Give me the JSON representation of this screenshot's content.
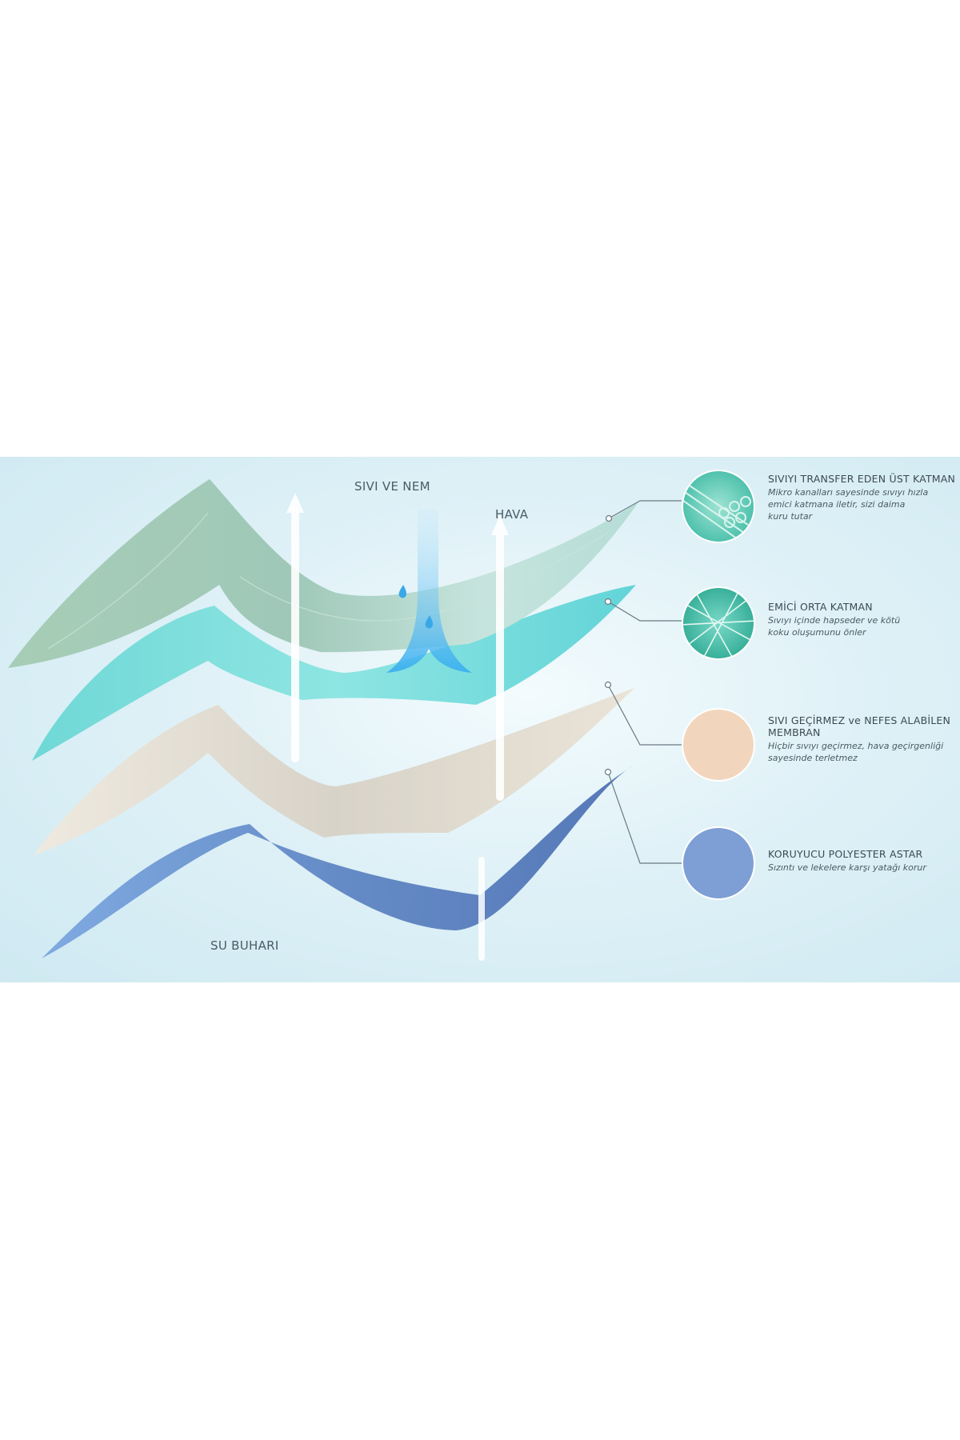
{
  "flow_labels": {
    "liquid_moisture": "SIVI VE NEM",
    "air": "HAVA",
    "water_vapor": "SU BUHARI"
  },
  "layers": [
    {
      "id": "top",
      "title": "SIVIYI TRANSFER EDEN ÜST KATMAN",
      "description_lines": [
        "Mikro kanalları sayesinde sıvıyı hızla",
        "emici katmana iletir, sizi daima",
        "kuru tutar"
      ],
      "color": "#a9d3c3",
      "swatch": "channels-texture-icon"
    },
    {
      "id": "absorbent",
      "title": "EMİCİ ORTA KATMAN",
      "description_lines": [
        "Sıvıyı içinde hapseder ve kötü",
        "koku oluşumunu önler"
      ],
      "color": "#5fd6d4",
      "swatch": "fiber-texture-icon"
    },
    {
      "id": "membrane",
      "title_lines": [
        "SIVI GEÇİRMEZ ve NEFES ALABİLEN",
        "MEMBRAN"
      ],
      "description_lines": [
        "Hiçbir sıvıyı geçirmez, hava geçirgenliği",
        "sayesinde terletmez"
      ],
      "color": "#f2d8c2",
      "swatch": "membrane-swatch-icon"
    },
    {
      "id": "liner",
      "title": "KORUYUCU POLYESTER ASTAR",
      "description_lines": [
        "Sızıntı ve lekelere karşı yatağı korur"
      ],
      "color": "#7d9fd4",
      "swatch": "liner-swatch-icon"
    }
  ]
}
